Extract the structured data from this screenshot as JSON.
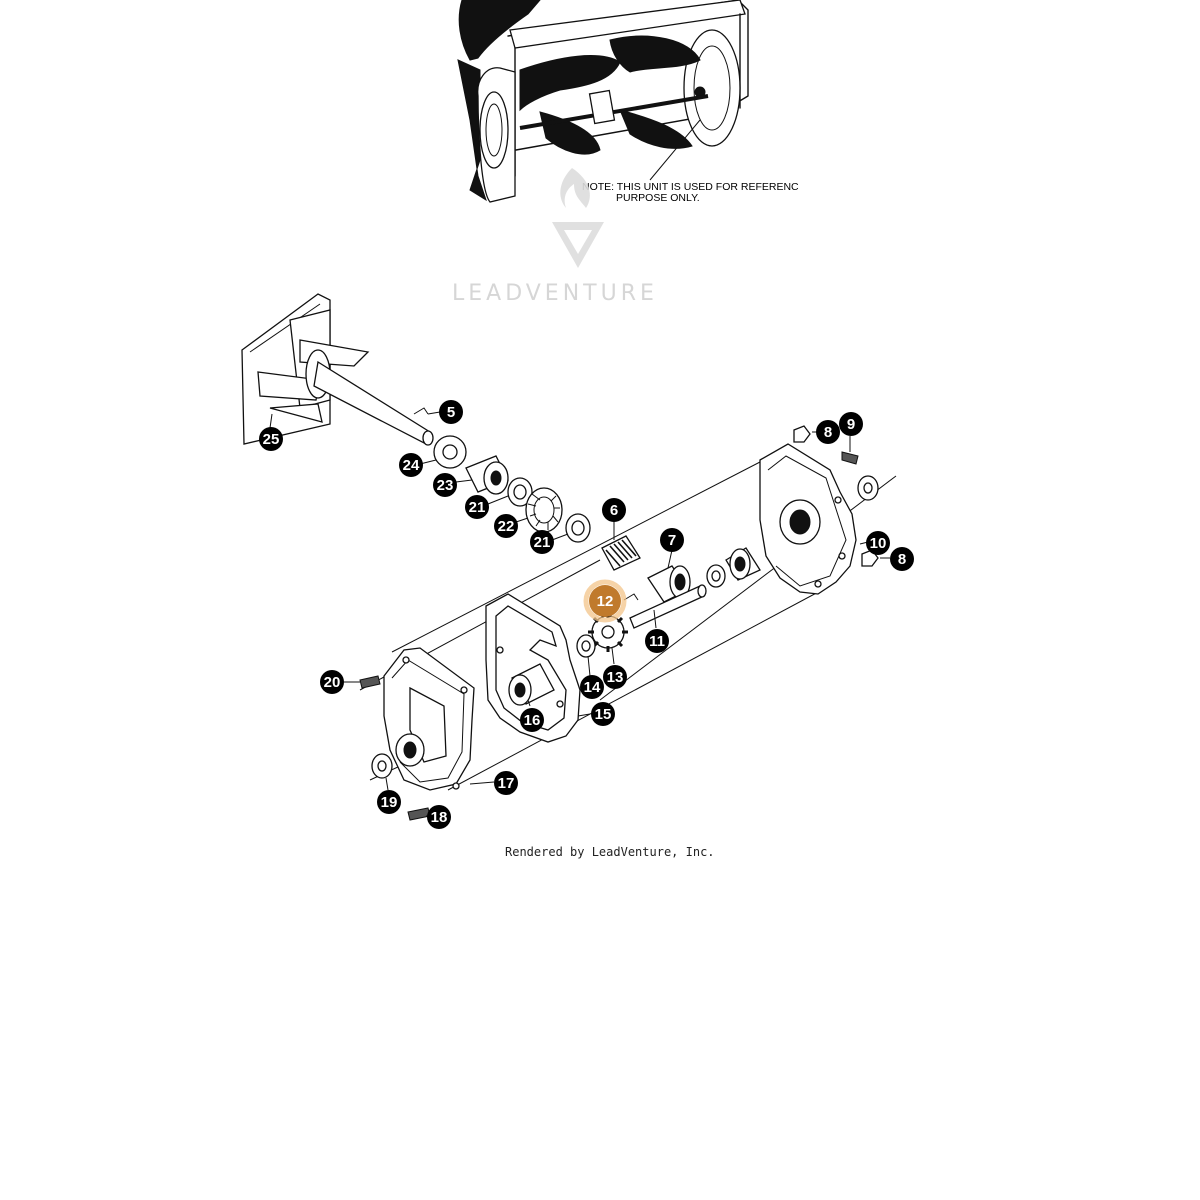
{
  "note": {
    "line1": "NOTE: THIS UNIT IS USED FOR REFERENC",
    "line2": "PURPOSE ONLY."
  },
  "watermark": {
    "text": "LEADVENTURE",
    "icon": "leadventure-logo-icon",
    "color": "#d6d6d6"
  },
  "footer": "Rendered by LeadVenture, Inc.",
  "colors": {
    "callout": "#000000",
    "callout_text": "#ffffff",
    "highlight": "#c07a2c",
    "highlight_ring": "#f3c48a"
  },
  "callouts": [
    {
      "label": "5"
    },
    {
      "label": "25"
    },
    {
      "label": "24"
    },
    {
      "label": "23"
    },
    {
      "label": "21"
    },
    {
      "label": "22"
    },
    {
      "label": "21"
    },
    {
      "label": "6"
    },
    {
      "label": "7"
    },
    {
      "label": "8"
    },
    {
      "label": "9"
    },
    {
      "label": "10"
    },
    {
      "label": "8"
    },
    {
      "label": "12",
      "highlighted": true
    },
    {
      "label": "11"
    },
    {
      "label": "13"
    },
    {
      "label": "14"
    },
    {
      "label": "15"
    },
    {
      "label": "16"
    },
    {
      "label": "20"
    },
    {
      "label": "17"
    },
    {
      "label": "19"
    },
    {
      "label": "18"
    }
  ]
}
